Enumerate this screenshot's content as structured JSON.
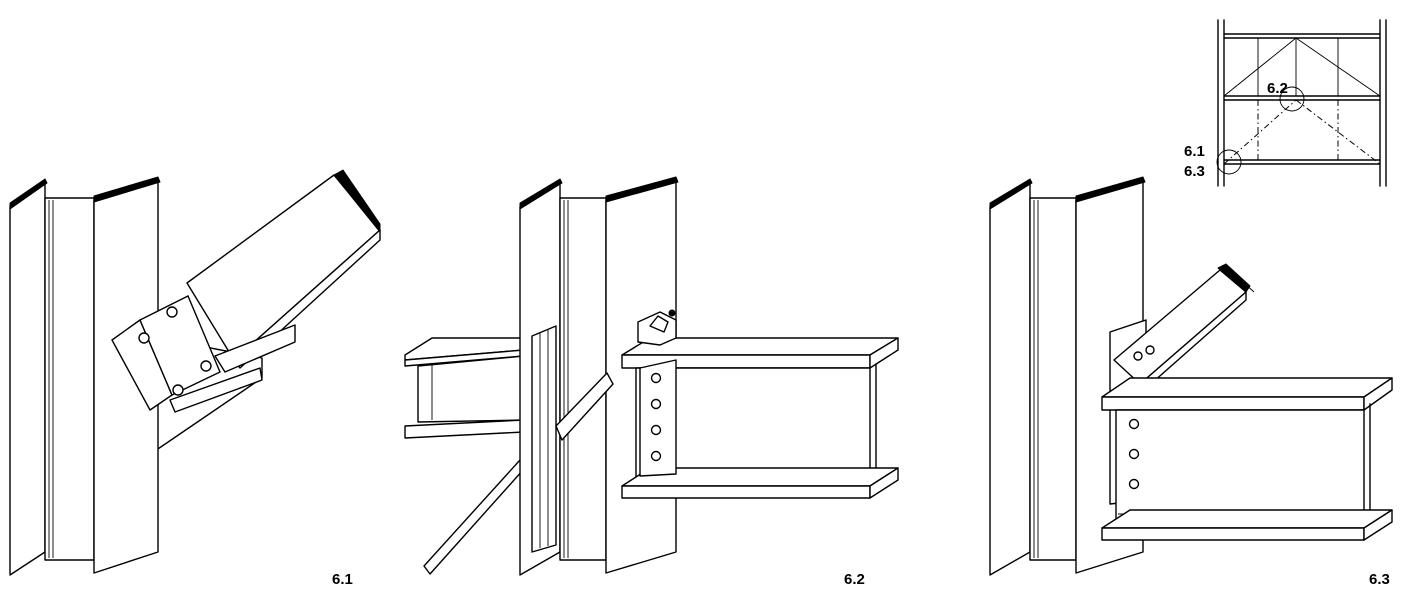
{
  "figures": [
    {
      "id": "fig-6-1",
      "label": "6.1"
    },
    {
      "id": "fig-6-2",
      "label": "6.2"
    },
    {
      "id": "fig-6-3",
      "label": "6.3"
    }
  ],
  "key_plan": {
    "callout_upper": "6.2",
    "callout_lower_a": "6.1",
    "callout_lower_b": "6.3"
  }
}
